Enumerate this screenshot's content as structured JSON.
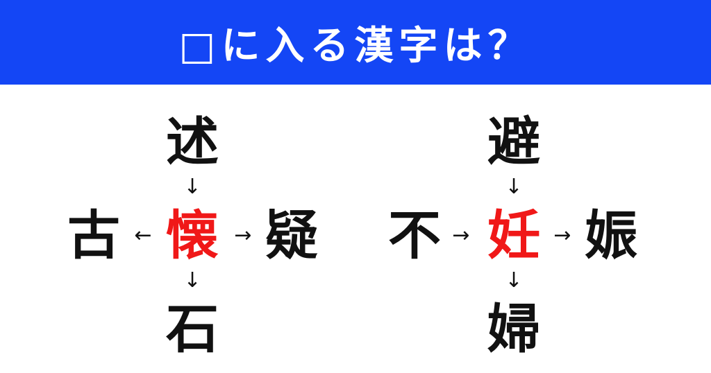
{
  "header": {
    "title": "□に入る漢字は？",
    "background_color": "#1446f5"
  },
  "puzzles": [
    {
      "top": "述",
      "left": "古",
      "center": "懐",
      "right": "疑",
      "bottom": "石",
      "arrows": {
        "top": "↓",
        "left": "←",
        "right": "→",
        "bottom": "↓"
      }
    },
    {
      "top": "避",
      "left": "不",
      "center": "妊",
      "right": "娠",
      "bottom": "婦",
      "arrows": {
        "top": "↓",
        "left": "→",
        "right": "→",
        "bottom": "↓"
      }
    }
  ],
  "answer_color": "#f01818"
}
